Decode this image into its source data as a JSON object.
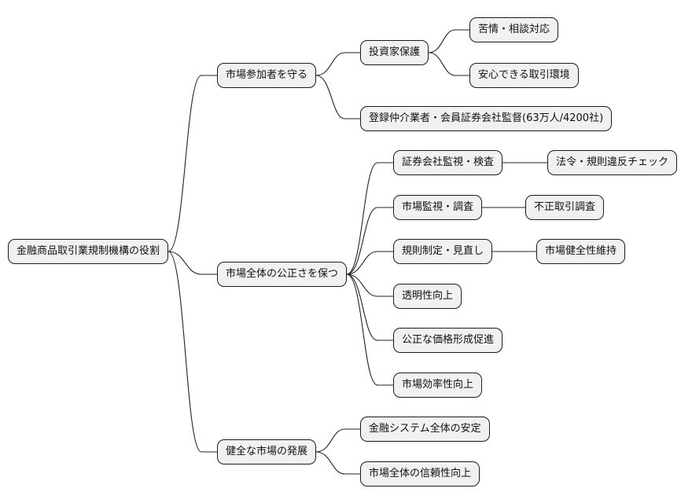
{
  "mindmap": {
    "root": "金融商品取引業規制機構の役割",
    "branches": [
      {
        "label": "市場参加者を守る",
        "children": [
          {
            "label": "投資家保護",
            "children": [
              "苦情・相談対応",
              "安心できる取引環境"
            ]
          },
          {
            "label": "登録仲介業者・会員証券会社監督(63万人/4200社)",
            "children": []
          }
        ]
      },
      {
        "label": "市場全体の公正さを保つ",
        "children": [
          {
            "label": "証券会社監視・検査",
            "children": [
              "法令・規則違反チェック"
            ]
          },
          {
            "label": "市場監視・調査",
            "children": [
              "不正取引調査"
            ]
          },
          {
            "label": "規則制定・見直し",
            "children": [
              "市場健全性維持"
            ]
          },
          {
            "label": "透明性向上",
            "children": []
          },
          {
            "label": "公正な価格形成促進",
            "children": []
          },
          {
            "label": "市場効率性向上",
            "children": []
          }
        ]
      },
      {
        "label": "健全な市場の発展",
        "children": [
          {
            "label": "金融システム全体の安定",
            "children": []
          },
          {
            "label": "市場全体の信頼性向上",
            "children": []
          }
        ]
      }
    ]
  }
}
